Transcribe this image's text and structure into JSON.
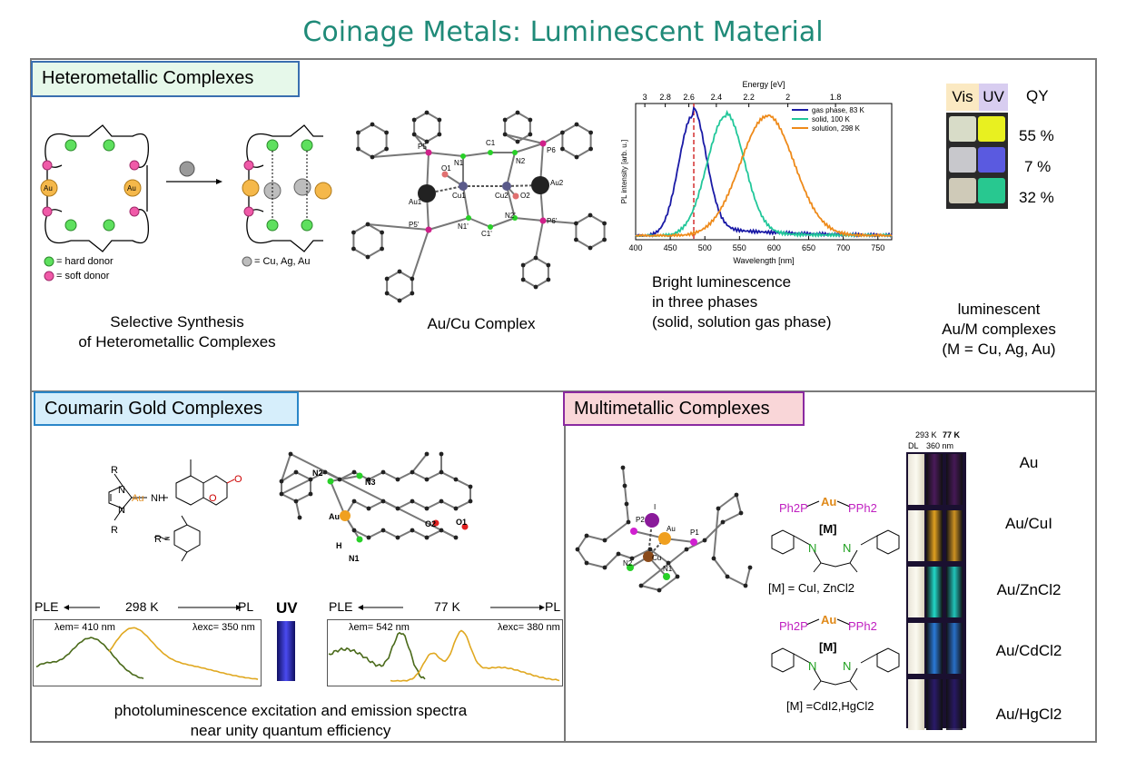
{
  "title": "Coinage Metals: Luminescent Material",
  "top": {
    "header": "Heterometallic Complexes",
    "synth_caption_1": "Selective Synthesis",
    "synth_caption_2": "of Heterometallic Complexes",
    "legend_hard": "= hard donor",
    "legend_soft": "= soft donor",
    "legend_metal": "= Cu, Ag, Au",
    "au_label": "Au",
    "crystal_caption": "Au/Cu Complex",
    "crystal_labels": [
      "P5",
      "N1",
      "C1",
      "N2",
      "P6",
      "O1",
      "Cu1",
      "Cu2",
      "O2",
      "Au1",
      "Au2",
      "P5'",
      "N1'",
      "C1'",
      "N2'",
      "P6'"
    ],
    "pl_caption_1": "Bright luminescence",
    "pl_caption_2": "in three phases",
    "pl_caption_3": "(solid, solution gas phase)",
    "qy_header_vis": "Vis",
    "qy_header_uv": "UV",
    "qy_header_qy": "QY",
    "qy_values": [
      "55 %",
      "7 %",
      "32 %"
    ],
    "qy_caption_1": "luminescent",
    "qy_caption_2": "Au/M complexes",
    "qy_caption_3": "(M = Cu, Ag, Au)"
  },
  "chart_data": {
    "type": "line",
    "xlabel": "Wavelength [nm]",
    "ylabel": "PL intensity [arb. u.]",
    "top_axis_label": "Energy [eV]",
    "xlim": [
      400,
      770
    ],
    "x_ticks": [
      400,
      450,
      500,
      550,
      600,
      650,
      700,
      750
    ],
    "top_ticks": [
      "3",
      "2.8",
      "2.6",
      "2.4",
      "2.2",
      "2",
      "1.8"
    ],
    "dashed_line_x": 484,
    "series": [
      {
        "name": "gas phase, 83 K",
        "color": "#1a1aa6",
        "peak": 482,
        "width": 28,
        "tail": 0.08
      },
      {
        "name": "solid, 100 K",
        "color": "#22c79a",
        "peak": 530,
        "width": 38,
        "tail": 0.03
      },
      {
        "name": "solution, 298 K",
        "color": "#ee8a1a",
        "peak": 590,
        "width": 55,
        "tail": 0.01
      }
    ]
  },
  "coumarin": {
    "header": "Coumarin Gold Complexes",
    "r_label": "R",
    "r_eq": "R =",
    "au_label": "Au",
    "nh_label": "NH",
    "o_label": "O",
    "n_label": "N",
    "uv_label": "UV",
    "spec1_temp": "298 K",
    "spec2_temp": "77 K",
    "ple": "PLE",
    "pl": "PL",
    "spec1_em": "λem= 410 nm",
    "spec1_exc": "λexc= 350 nm",
    "spec2_em": "λem= 542 nm",
    "spec2_exc": "λexc= 380 nm",
    "crystal_labels": [
      "N2",
      "N3",
      "Au",
      "H",
      "N1",
      "O2",
      "O1"
    ],
    "caption_1": "photoluminescence excitation and emission spectra",
    "caption_2": "near unity quantum efficiency"
  },
  "multi": {
    "header": "Multimetallic Complexes",
    "crystal_labels": [
      "P2",
      "I",
      "Au",
      "Cu",
      "P1",
      "N2",
      "N1"
    ],
    "ph2p_left": "Ph2P",
    "au": "Au",
    "pph2_right": "PPh2",
    "m_label": "[M]",
    "formula1_caption": "[M] = CuI, ZnCl2",
    "formula2_caption": "[M] =CdI2,HgCl2",
    "vial_temp_1": "293 K",
    "vial_temp_2": "77 K",
    "vial_dl": "DL",
    "vial_nm": "360 nm",
    "labels": [
      "Au",
      "Au/CuI",
      "Au/ZnCl2",
      "Au/CdCl2",
      "Au/HgCl2"
    ],
    "vial_colors": [
      "#4a1a5a",
      "#e0a020",
      "#22d8c8",
      "#2a7ad8",
      "#2a1a6a"
    ]
  }
}
